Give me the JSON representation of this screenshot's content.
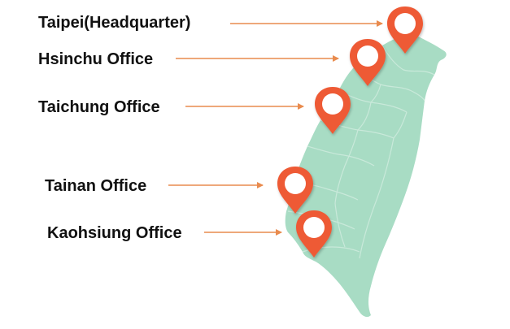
{
  "map": {
    "land_color": "#a8dcc4",
    "border_color": "#c9e9da",
    "pin_color": "#ee5a35",
    "arrow_color": "#e98b4e"
  },
  "offices": [
    {
      "id": "taipei",
      "label": "Taipei(Headquarter)",
      "icon": "map-pin-icon"
    },
    {
      "id": "hsinchu",
      "label": "Hsinchu Office",
      "icon": "map-pin-icon"
    },
    {
      "id": "taichung",
      "label": "Taichung Office",
      "icon": "map-pin-icon"
    },
    {
      "id": "tainan",
      "label": "Tainan Office",
      "icon": "map-pin-icon"
    },
    {
      "id": "kaohsiung",
      "label": "Kaohsiung Office",
      "icon": "map-pin-icon"
    }
  ]
}
